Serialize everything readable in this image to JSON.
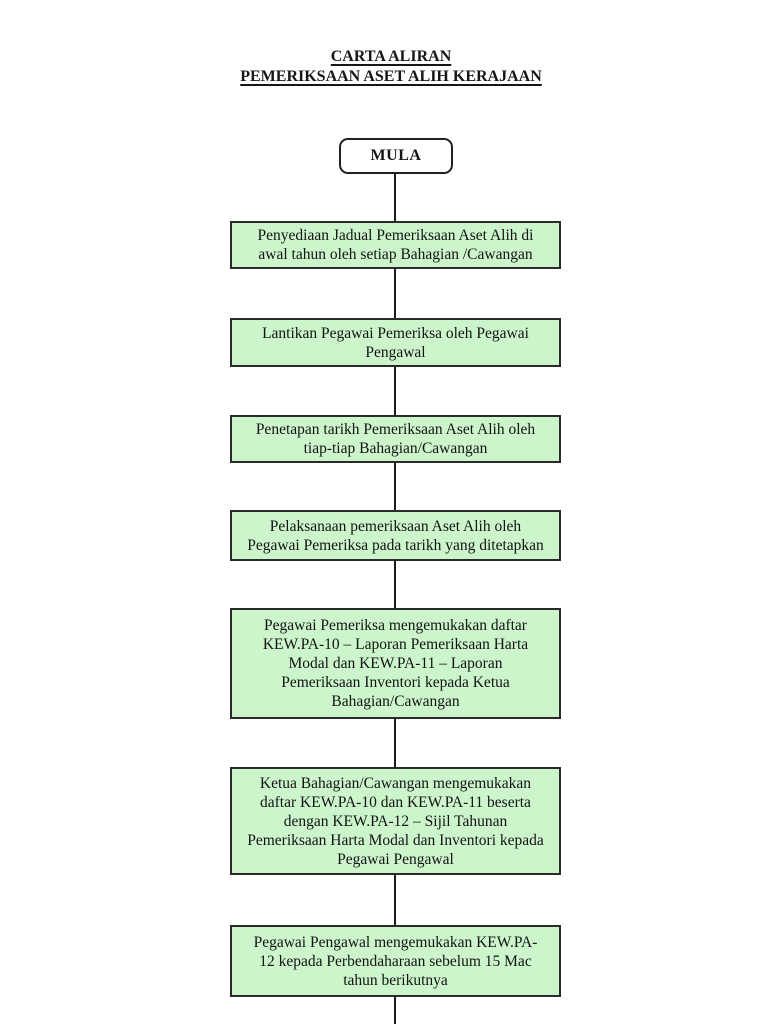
{
  "title": {
    "line1": "CARTA ALIRAN",
    "line2": "PEMERIKSAAN ASET ALIH KERAJAAN"
  },
  "flowchart": {
    "start_label": "MULA",
    "box_fill_color": "#ccf5cc",
    "box_border_color": "#2a2a2a",
    "connector_color": "#1c1c1c",
    "steps": [
      {
        "text": "Penyediaan Jadual Pemeriksaan Aset Alih di\nawal tahun oleh setiap Bahagian /Cawangan"
      },
      {
        "text": "Lantikan Pegawai Pemeriksa oleh Pegawai\nPengawal"
      },
      {
        "text": "Penetapan tarikh Pemeriksaan Aset Alih oleh\ntiap-tiap Bahagian/Cawangan"
      },
      {
        "text": "Pelaksanaan pemeriksaan Aset Alih oleh\nPegawai Pemeriksa pada tarikh yang ditetapkan"
      },
      {
        "text": "Pegawai Pemeriksa mengemukakan daftar\nKEW.PA-10 – Laporan Pemeriksaan Harta\nModal dan KEW.PA-11 – Laporan\nPemeriksaan Inventori kepada Ketua\nBahagian/Cawangan"
      },
      {
        "text": "Ketua Bahagian/Cawangan mengemukakan\ndaftar KEW.PA-10 dan KEW.PA-11 beserta\ndengan KEW.PA-12 – Sijil Tahunan\nPemeriksaan Harta Modal dan Inventori kepada\nPegawai Pengawal"
      },
      {
        "text": "Pegawai Pengawal mengemukakan KEW.PA-\n12 kepada Perbendaharaan sebelum 15 Mac\ntahun berikutnya"
      }
    ]
  }
}
